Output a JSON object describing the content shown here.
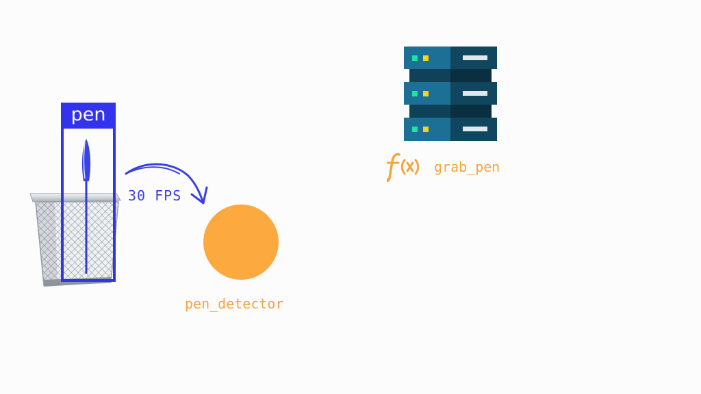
{
  "detector": {
    "label": "pen",
    "box_color": "#3333ee"
  },
  "stream": {
    "label": "30 FPS",
    "color": "#3a3fe6"
  },
  "pen_detector": {
    "label": "pen_detector",
    "color": "#fcaa40"
  },
  "function": {
    "icon": "function-fx-icon",
    "label": "grab_pen",
    "color": "#f4a63e"
  },
  "server": {
    "icon": "server-rack-icon",
    "colors": {
      "light": "#1c6f95",
      "dark": "#10465e",
      "led_green": "#1fe3a6",
      "led_yellow": "#f8d21c",
      "bar": "#dfe8ec"
    }
  },
  "basket": {
    "icon": "pen-holder-basket-icon"
  }
}
